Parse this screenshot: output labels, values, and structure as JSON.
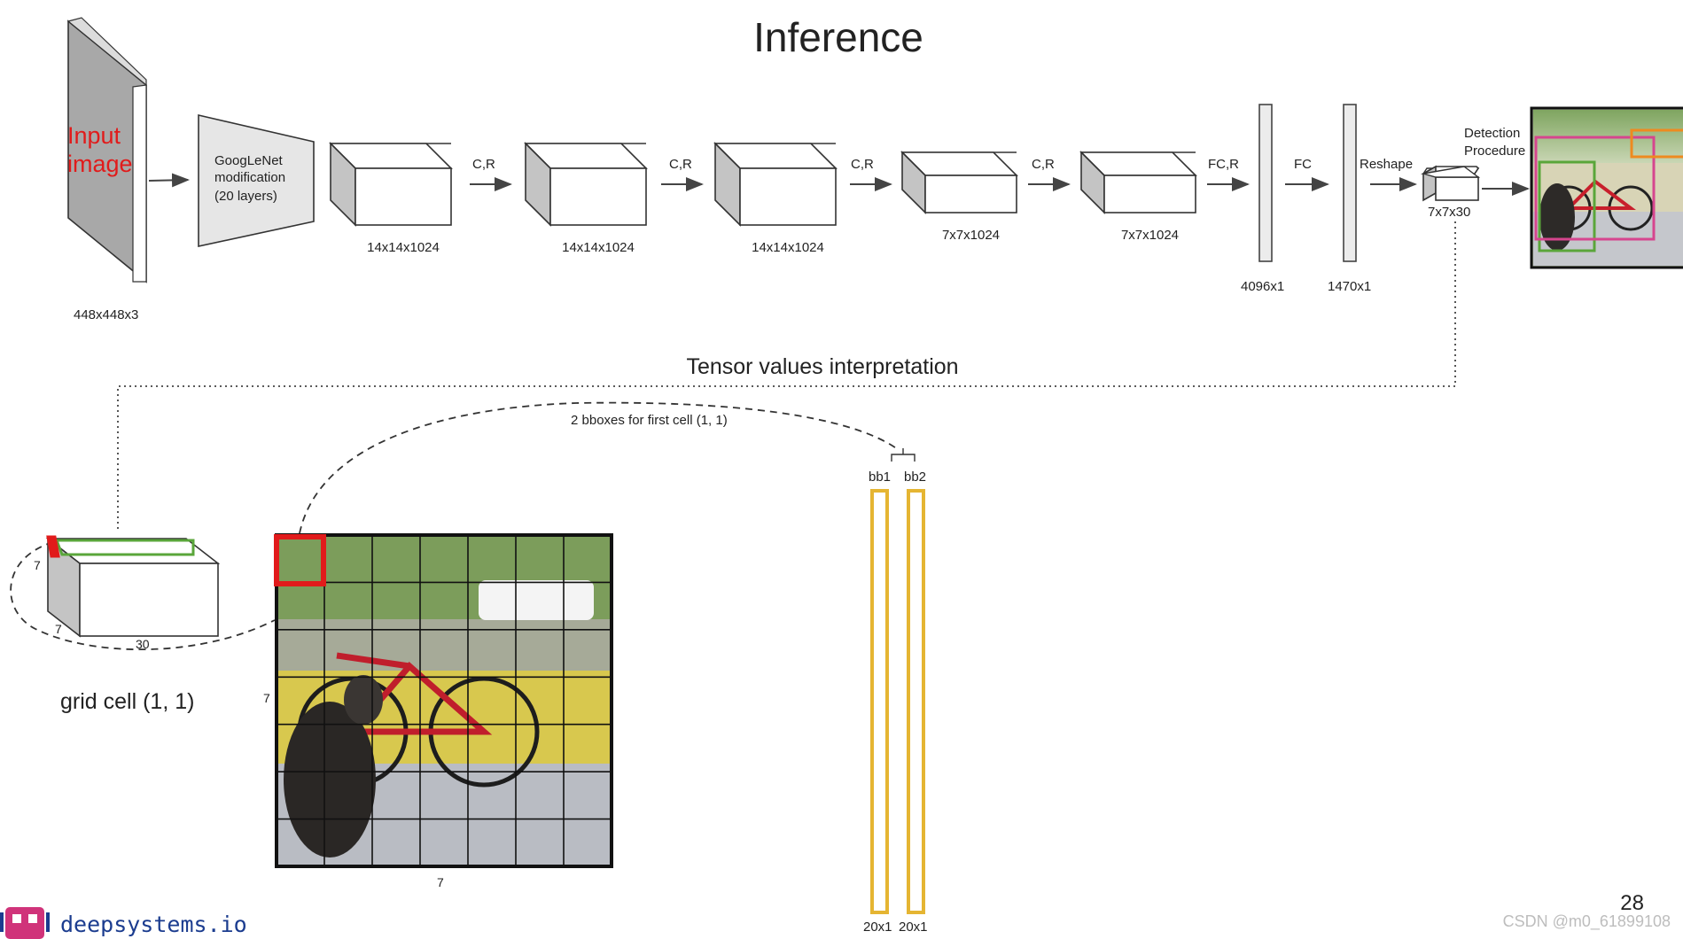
{
  "title": "Inference",
  "input_label_line1": "Input",
  "input_label_line2": "image",
  "input_dim": "448x448x3",
  "googlenet": [
    "GoogLeNet",
    "modification",
    "(20 layers)"
  ],
  "layers": [
    {
      "dim": "14x14x1024",
      "op": "C,R"
    },
    {
      "dim": "14x14x1024",
      "op": "C,R"
    },
    {
      "dim": "14x14x1024",
      "op": "C,R"
    },
    {
      "dim": "7x7x1024",
      "op": "C,R"
    },
    {
      "dim": "7x7x1024",
      "op": "FC,R"
    }
  ],
  "fc1_dim": "4096x1",
  "fc_op": "FC",
  "fc2_dim": "1470x1",
  "reshape_op": "Reshape",
  "tensor_dim": "7x7x30",
  "detection_label_line1": "Detection",
  "detection_label_line2": "Procedure",
  "tensor_interp_title": "Tensor values interpretation",
  "bbox_caption": "2 bboxes for first cell (1, 1)",
  "grid_cell_label": "grid cell (1, 1)",
  "tensor_small_labels": {
    "left": "7",
    "bottom": "7",
    "depth": "30"
  },
  "grid_size": "7",
  "bb1": "bb1",
  "bb2": "bb2",
  "bb1_dim": "20x1",
  "bb2_dim": "20x1",
  "page_number": "28",
  "brand": "deepsystems.io",
  "watermark": "CSDN @m0_61899108",
  "colors": {
    "red": "#e11b1b",
    "green": "#5aa63a",
    "yellow": "#e5b532",
    "magenta": "#d6458e",
    "orange": "#ee8a1f"
  }
}
